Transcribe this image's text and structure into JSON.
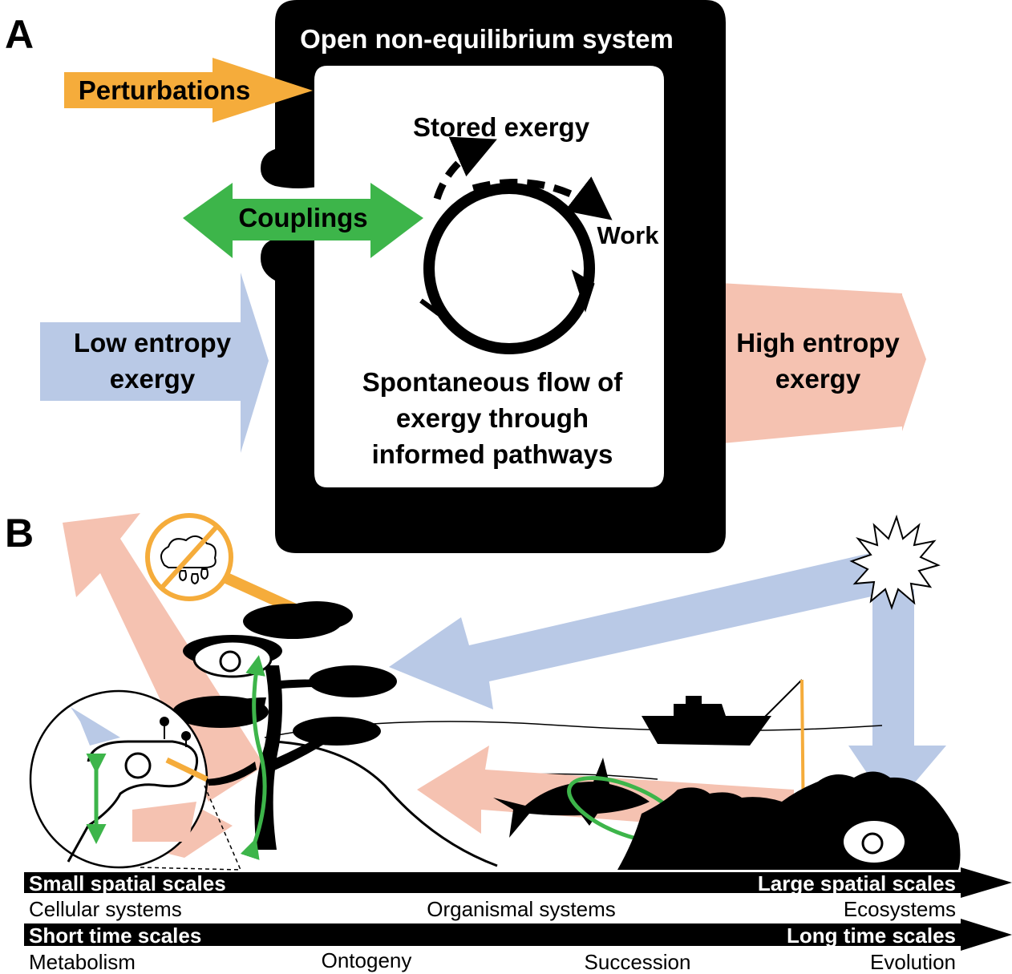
{
  "panel_a": {
    "label": "A",
    "system_title": "Open non-equilibrium system",
    "perturbations": "Perturbations",
    "couplings": "Couplings",
    "low_entropy_line1": "Low entropy",
    "low_entropy_line2": "exergy",
    "high_entropy_line1": "High entropy",
    "high_entropy_line2": "exergy",
    "stored_exergy": "Stored exergy",
    "work": "Work",
    "flow_line1": "Spontaneous flow of",
    "flow_line2": "exergy through",
    "flow_line3": "informed pathways"
  },
  "panel_b": {
    "label": "B",
    "spatial_axis": {
      "left": "Small spatial scales",
      "right": "Large spatial scales"
    },
    "spatial_ticks": [
      "Cellular systems",
      "Organismal systems",
      "Ecosystems"
    ],
    "time_axis": {
      "left": "Short time scales",
      "right": "Long time scales"
    },
    "time_ticks": [
      "Metabolism",
      "Ontogeny",
      "Succession",
      "Evolution"
    ]
  },
  "colors": {
    "perturbation": "#f5ac3b",
    "coupling": "#3db54a",
    "low_entropy": "#b9c9e6",
    "high_entropy": "#f5c2b1",
    "system": "#000000"
  }
}
